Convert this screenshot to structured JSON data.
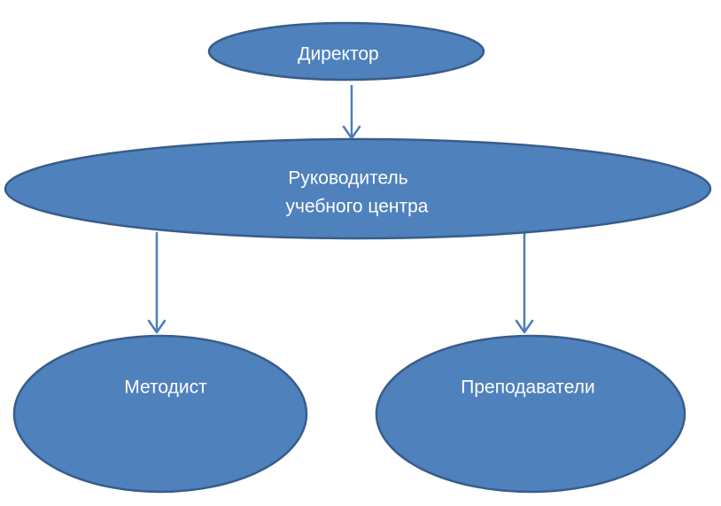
{
  "nodes": {
    "director": {
      "label": "Директор"
    },
    "head": {
      "label_line1": "Руководитель",
      "label_line2": "учебного центра"
    },
    "methodist": {
      "label": "Методист"
    },
    "teachers": {
      "label": "Преподаватели"
    }
  },
  "colors": {
    "node_fill": "#4f81bd",
    "node_stroke": "#385d8a",
    "connector": "#4a7ebb",
    "text": "#ffffff"
  }
}
